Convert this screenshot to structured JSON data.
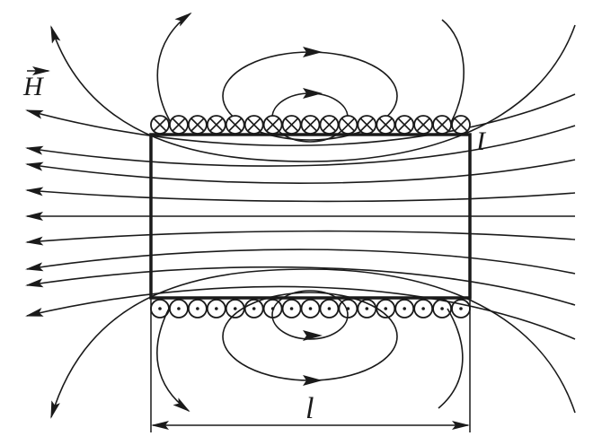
{
  "labels": {
    "field": "H",
    "current": "I",
    "length": "l"
  },
  "coil": {
    "turns_top_symbol": "cross",
    "turns_bottom_symbol": "dot",
    "turn_count": 17
  },
  "colors": {
    "ink": "#1a1a1a",
    "background": "#ffffff"
  }
}
